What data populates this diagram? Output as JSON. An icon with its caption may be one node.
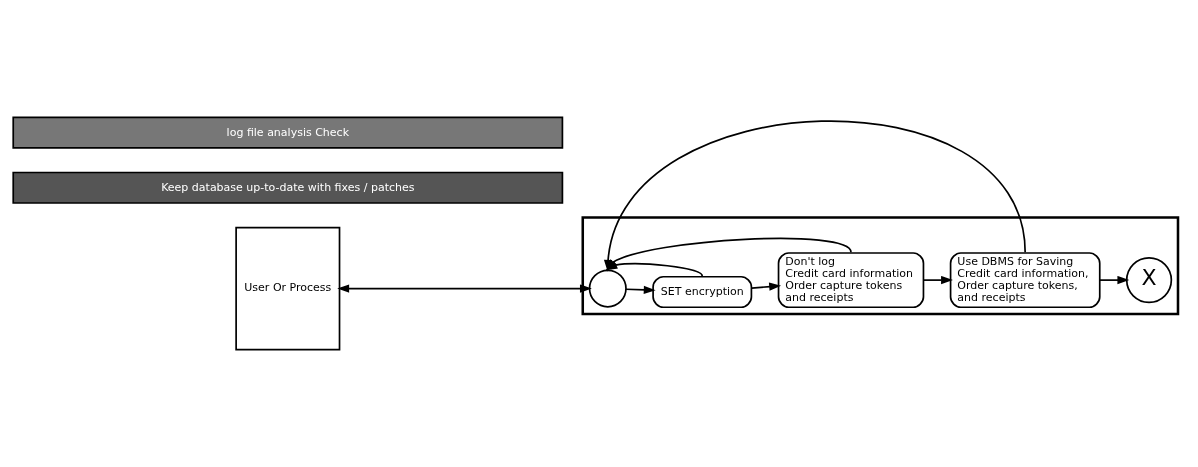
{
  "diagram": {
    "nodes": [
      {
        "text": [
          "User Or Process"
        ]
      },
      {
        "text": [],
        "shape": "box"
      },
      {
        "text": [],
        "shape": "circle",
        "in": 1
      },
      {
        "text": [
          "SET encryption"
        ],
        "in": 1
      },
      {
        "text": [
          "Don't log Credit card information Order capture tokens and receipts"
        ],
        "in": 1
      },
      {
        "text": [
          "Use DBMS for Saving Credit card information, Order capture tokens, and receipts"
        ],
        "in": 1
      },
      {
        "text": [
          "X"
        ],
        "in": 1
      },
      {
        "text": [
          "Keep database up-to-date with fixes / patches"
        ]
      },
      {
        "text": [
          "log file analysis Check"
        ]
      }
    ],
    "edges": [
      {
        "from": 0,
        "to": 2,
        "arrow": "both"
      },
      {
        "from": 2,
        "to": 3,
        "arrow": "to"
      },
      {
        "from": 3,
        "to": 4,
        "arrow": "to"
      },
      {
        "from": 4,
        "to": 5,
        "arrow": "to"
      },
      {
        "from": 5,
        "to": 6,
        "arrow": "to"
      },
      {
        "from": 3,
        "to": 2,
        "arrow": "to"
      },
      {
        "from": 4,
        "to": 2,
        "arrow": "to"
      },
      {
        "from": 5,
        "to": 2,
        "arrow": "to"
      }
    ]
  }
}
